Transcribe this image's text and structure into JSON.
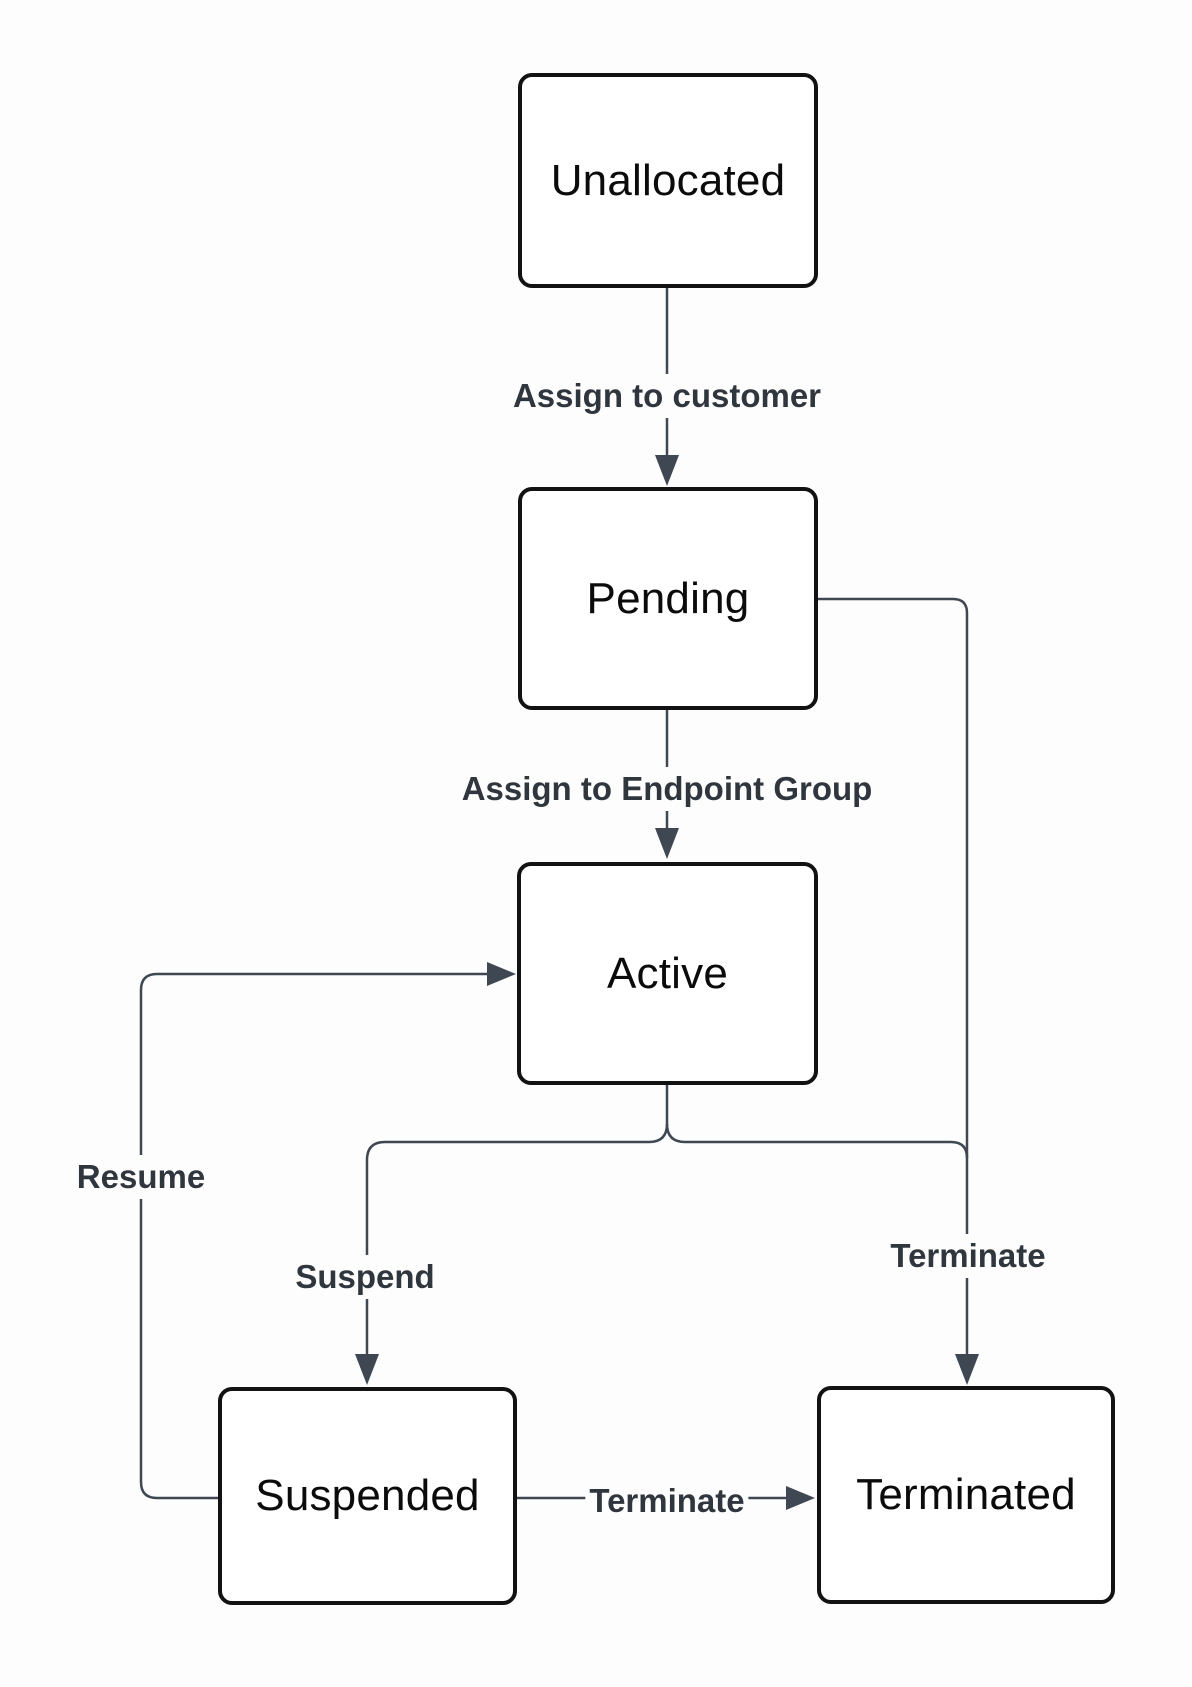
{
  "diagram": {
    "type": "state-flowchart",
    "background_color": "#fdfdfd",
    "node_border_color": "#121212",
    "node_fill_color": "#ffffff",
    "node_text_color": "#0b0b0b",
    "edge_line_color": "#3f4753",
    "edge_label_color": "#30363d",
    "nodes": [
      {
        "id": "unallocated",
        "label": "Unallocated"
      },
      {
        "id": "pending",
        "label": "Pending"
      },
      {
        "id": "active",
        "label": "Active"
      },
      {
        "id": "suspended",
        "label": "Suspended"
      },
      {
        "id": "terminated",
        "label": "Terminated"
      }
    ],
    "edges": [
      {
        "from": "Unallocated",
        "to": "Pending",
        "label": "Assign to customer"
      },
      {
        "from": "Pending",
        "to": "Active",
        "label": "Assign to Endpoint Group"
      },
      {
        "from": "Pending",
        "to": "Terminated",
        "label": "Terminate"
      },
      {
        "from": "Active",
        "to": "Suspended",
        "label": "Suspend"
      },
      {
        "from": "Suspended",
        "to": "Active",
        "label": "Resume"
      },
      {
        "from": "Suspended",
        "to": "Terminated",
        "label": "Terminate"
      }
    ]
  }
}
